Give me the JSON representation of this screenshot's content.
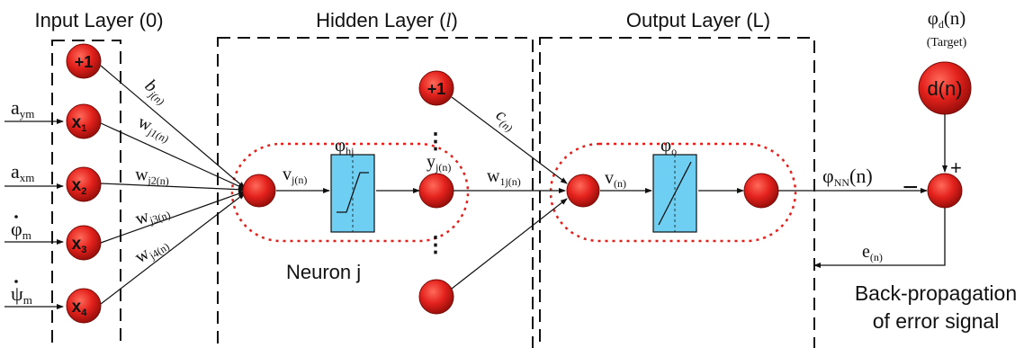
{
  "layers": {
    "input": "Input Layer (0)",
    "hidden_prefix": "Hidden Layer (",
    "hidden_symbol": "l",
    "hidden_suffix": ")",
    "output": "Output Layer (L)"
  },
  "inputs": {
    "a_ym": {
      "base": "a",
      "sub": "ym"
    },
    "a_xm": {
      "base": "a",
      "sub": "xm"
    },
    "phi_m": {
      "base": "φ",
      "sub": "m"
    },
    "psi_m": {
      "base": "ψ",
      "sub": "m"
    }
  },
  "input_nodes": {
    "bias": "+1",
    "x1": {
      "base": "x",
      "sub": "1"
    },
    "x2": {
      "base": "x",
      "sub": "2"
    },
    "x3": {
      "base": "x",
      "sub": "3"
    },
    "x4": {
      "base": "x",
      "sub": "4"
    }
  },
  "weights": {
    "b": {
      "base": "b",
      "sub": "j(n)"
    },
    "w1": {
      "base": "w",
      "sub": "j1(n)"
    },
    "w2": {
      "base": "w",
      "sub": "j2(n)"
    },
    "w3": {
      "base": "w",
      "sub": "j3(n)"
    },
    "w4": {
      "base": "w",
      "sub": "j4(n)"
    },
    "c": {
      "base": "c",
      "sub": "(n)"
    },
    "w_out": {
      "base": "w",
      "sub": "1j(n)"
    }
  },
  "hidden": {
    "bias": "+1",
    "v": {
      "base": "v",
      "sub": "j(n)"
    },
    "phi": {
      "base": "φ",
      "sub": "hj"
    },
    "y": {
      "base": "y",
      "sub": "j(n)"
    },
    "ellipsis": "⋮",
    "neuron_label": "Neuron j"
  },
  "output": {
    "v": {
      "base": "v",
      "sub": "(n)"
    },
    "phi": {
      "base": "φ",
      "sub": "o"
    }
  },
  "target": {
    "label": {
      "base": "φ",
      "sub": "d",
      "suffix": "(n)"
    },
    "caption": "(Target)",
    "node": "d(n)"
  },
  "signals": {
    "phi_nn": {
      "base": "φ",
      "sub": "NN",
      "suffix": "(n)"
    },
    "minus": "−",
    "plus": "+",
    "error": {
      "base": "e",
      "sub": "(n)"
    }
  },
  "backprop": {
    "line1": "Back-propagation",
    "line2": "of error signal"
  },
  "colors": {
    "node": "#e3211c",
    "node_dark": "#8e0d0a",
    "activation_box": "#6ecff2",
    "neuron_outline": "#e3211c",
    "line": "#111111"
  }
}
